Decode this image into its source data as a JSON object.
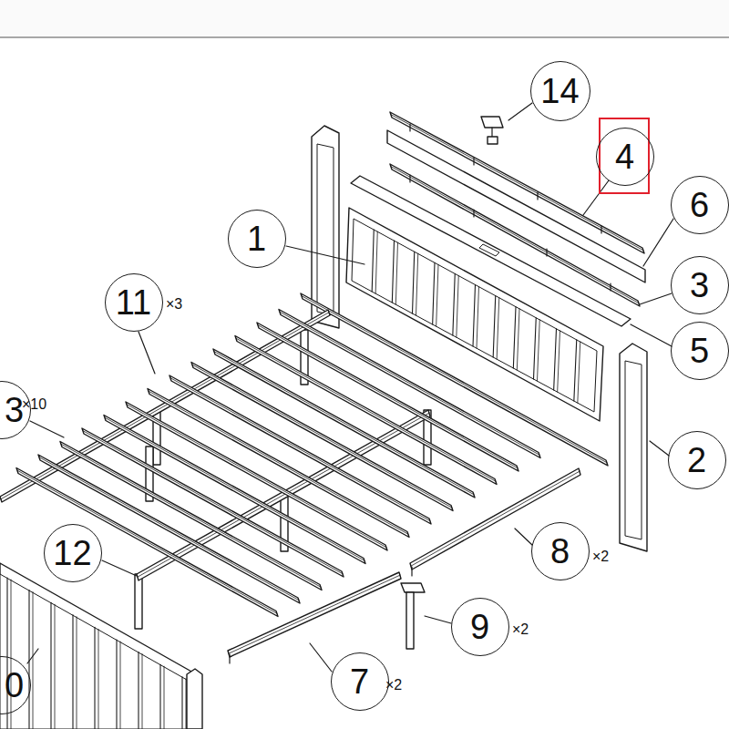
{
  "diagram": {
    "nodes": [
      {
        "text": [
          "14"
        ]
      },
      {
        "text": [
          "4"
        ]
      },
      {
        "text": [
          "6"
        ]
      },
      {
        "text": [
          "1"
        ]
      },
      {
        "text": [
          "3"
        ]
      },
      {
        "text": [
          "11"
        ]
      },
      {
        "text": [
          "5"
        ]
      },
      {
        "text": [
          "3"
        ]
      },
      {
        "text": [
          "2"
        ]
      },
      {
        "text": [
          "8"
        ]
      },
      {
        "text": [
          "12"
        ]
      },
      {
        "text": [
          "9"
        ]
      },
      {
        "text": [
          "7"
        ]
      },
      {
        "text": [
          "0"
        ]
      }
    ],
    "labels": [
      "×3",
      "×10",
      "×2",
      "×2",
      "×2"
    ]
  }
}
